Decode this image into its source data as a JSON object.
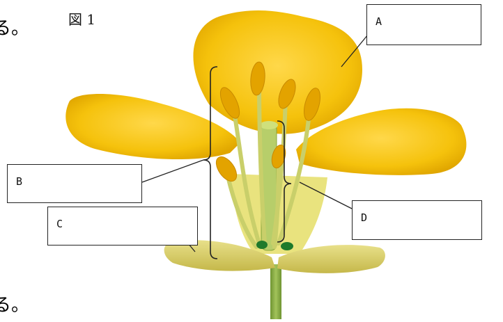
{
  "figure_title": "図 1",
  "edge_chars": [
    "る。",
    "る。"
  ],
  "labels": [
    {
      "id": "A",
      "text": "A"
    },
    {
      "id": "B",
      "text": "B"
    },
    {
      "id": "C",
      "text": "C"
    },
    {
      "id": "D",
      "text": "D"
    }
  ],
  "colors": {
    "petal": "#f7c50f",
    "petal_shadow": "#e2a800",
    "stem": "#7fa33c",
    "stamen": "#e0a400",
    "pistil": "#a9c25a",
    "line": "#222222"
  }
}
